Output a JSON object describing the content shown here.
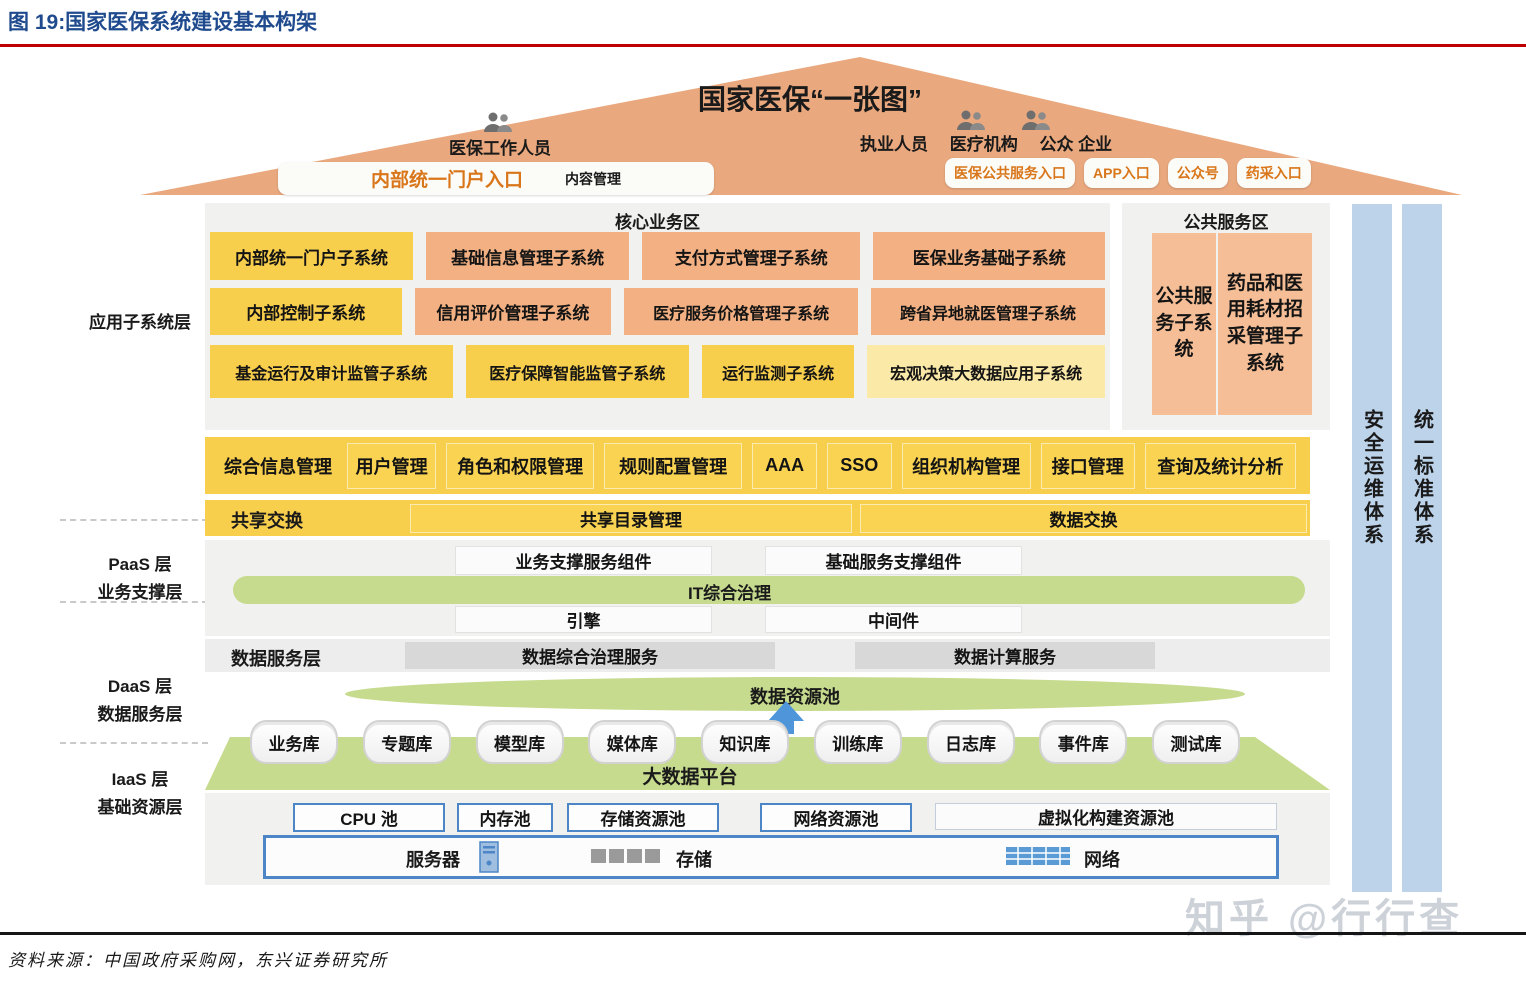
{
  "fig_title": "图  19:国家医保系统建设基本构架",
  "roof": {
    "title": "国家医保“一张图”",
    "staff": "医保工作人员",
    "portal": "内部统一门户入口",
    "content_mgmt": "内容管理",
    "users": "执业人员　 医疗机构　 公众 企业",
    "entrances": [
      "医保公共服务入口",
      "APP入口",
      "公众号",
      "药采入口"
    ]
  },
  "layers": {
    "app": "应用子系统层",
    "paas_a": "PaaS 层",
    "paas_b": "业务支撑层",
    "daas_a": "DaaS 层",
    "daas_b": "数据服务层",
    "iaas_a": "IaaS 层",
    "iaas_b": "基础资源层"
  },
  "core": {
    "title": "核心业务区",
    "row1": [
      "内部统一门户子系统",
      "基础信息管理子系统",
      "支付方式管理子系统",
      "医保业务基础子系统"
    ],
    "row2": [
      "内部控制子系统",
      "信用评价管理子系统",
      "医疗服务价格管理子系统",
      "跨省异地就医管理子系统"
    ],
    "row3": [
      "基金运行及审计监管子系统",
      "医疗保障智能监管子系统",
      "运行监测子系统",
      "宏观决策大数据应用子系统"
    ]
  },
  "pub": {
    "title": "公共服务区",
    "box1": "公共服务子系统",
    "box2": "药品和医用耗材招采管理子系统"
  },
  "mgmt": {
    "label": "综合信息管理",
    "items": [
      "用户管理",
      "角色和权限管理",
      "规则配置管理",
      "AAA",
      "SSO",
      "组织机构管理",
      "接口管理",
      "查询及统计分析"
    ]
  },
  "share": {
    "label": "共享交换",
    "items": [
      "共享目录管理",
      "数据交换"
    ]
  },
  "paas": {
    "comp1": "业务支撑服务组件",
    "comp2": "基础服务支撑组件",
    "it": "IT综合治理",
    "engine": "引擎",
    "middleware": "中间件"
  },
  "dataservice": {
    "label": "数据服务层",
    "items": [
      "数据综合治理服务",
      "数据计算服务"
    ]
  },
  "daas": {
    "pool": "数据资源池",
    "platform": "大数据平台",
    "dbs": [
      "业务库",
      "专题库",
      "模型库",
      "媒体库",
      "知识库",
      "训练库",
      "日志库",
      "事件库",
      "测试库"
    ]
  },
  "iaas": {
    "pools": [
      "CPU 池",
      "内存池",
      "存储资源池",
      "网络资源池",
      "虚拟化构建资源池"
    ],
    "hw": [
      "服务器",
      "存储",
      "网络"
    ]
  },
  "bars": [
    "安全运维体系",
    "统一标准体系"
  ],
  "source": "资料来源：中国政府采购网，东兴证券研究所",
  "watermark": "知乎 @行行查",
  "colors": {
    "roof": "#E9A87E",
    "yellow": "#F8CE4D",
    "light_yellow": "#FBE9A8",
    "orange": "#F3B183",
    "pale_orange": "#F5BE96",
    "panel_gray": "#F1F1F0",
    "box_gray": "#D8D8D8",
    "green": "#C6DB8E",
    "bar_blue": "#BDD3EA",
    "border_blue": "#4C86C6",
    "title_blue": "#1F4B8E",
    "rule_red": "#C00000",
    "entry_text_orange": "#D9761A"
  }
}
